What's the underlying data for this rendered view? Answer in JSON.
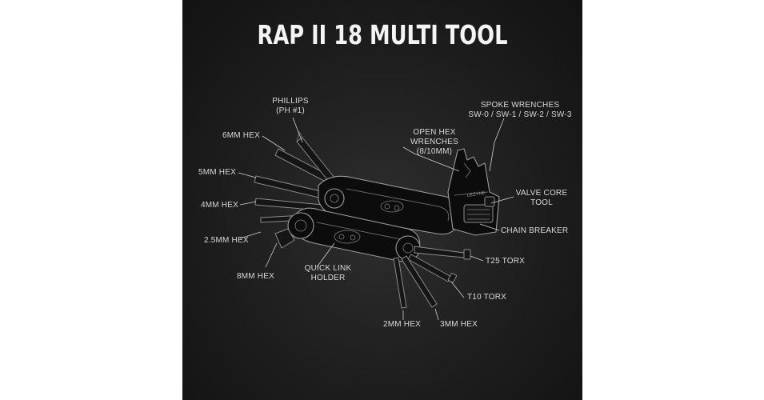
{
  "title": "RAP II 18 MULTI TOOL",
  "labels": {
    "phillips": [
      "PHILLIPS",
      "(PH #1)"
    ],
    "spoke_wrenches": [
      "SPOKE WRENCHES",
      "SW-0 / SW-1 / SW-2 / SW-3"
    ],
    "open_hex": [
      "OPEN HEX",
      "WRENCHES",
      "(8/10MM)"
    ],
    "hex6": "6MM HEX",
    "hex5": "5MM HEX",
    "hex4": "4MM HEX",
    "hex25": "2.5MM HEX",
    "hex8": "8MM HEX",
    "valve_core": [
      "VALVE CORE",
      "TOOL"
    ],
    "chain_breaker": "CHAIN BREAKER",
    "quick_link": [
      "QUICK LINK",
      "HOLDER"
    ],
    "t25": "T25 TORX",
    "t10": "T10 TORX",
    "hex2": "2MM HEX",
    "hex3": "3MM HEX"
  },
  "colors": {
    "background": "#1e1e1e",
    "line": "#cfcfcf",
    "text": "#d8d8d8"
  }
}
